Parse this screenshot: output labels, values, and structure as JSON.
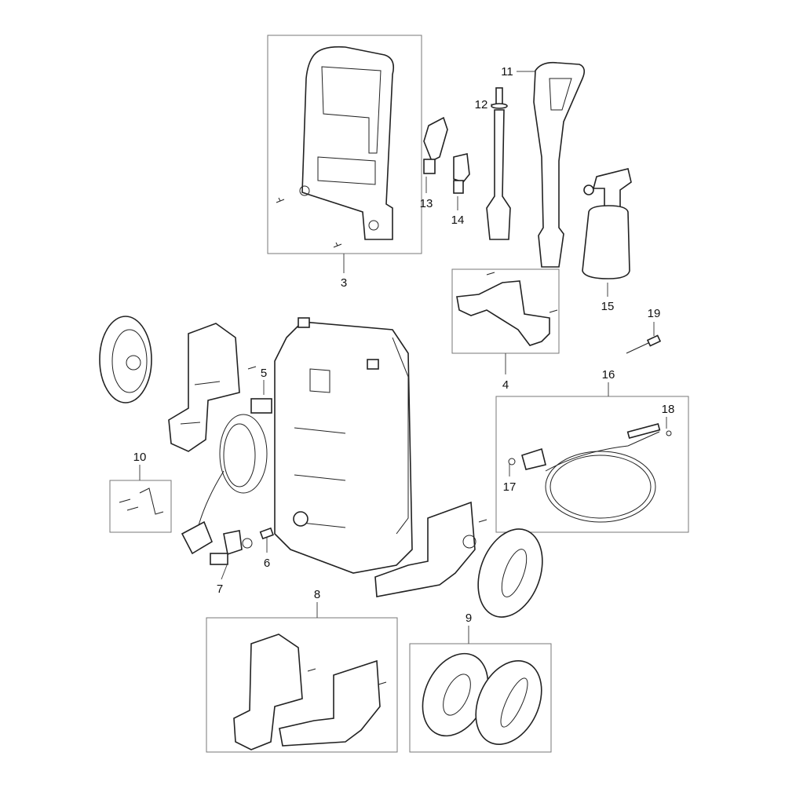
{
  "title": "Pressure washer exploded parts diagram",
  "labels": {
    "p3": "3",
    "p4": "4",
    "p5": "5",
    "p6": "6",
    "p7": "7",
    "p8": "8",
    "p9": "9",
    "p10": "10",
    "p11": "11",
    "p12": "12",
    "p13": "13",
    "p14": "14",
    "p15": "15",
    "p16": "16",
    "p17": "17",
    "p18": "18",
    "p19": "19"
  },
  "colors": {
    "line": "#222222",
    "box": "#777777",
    "fill": "#ffffff"
  }
}
